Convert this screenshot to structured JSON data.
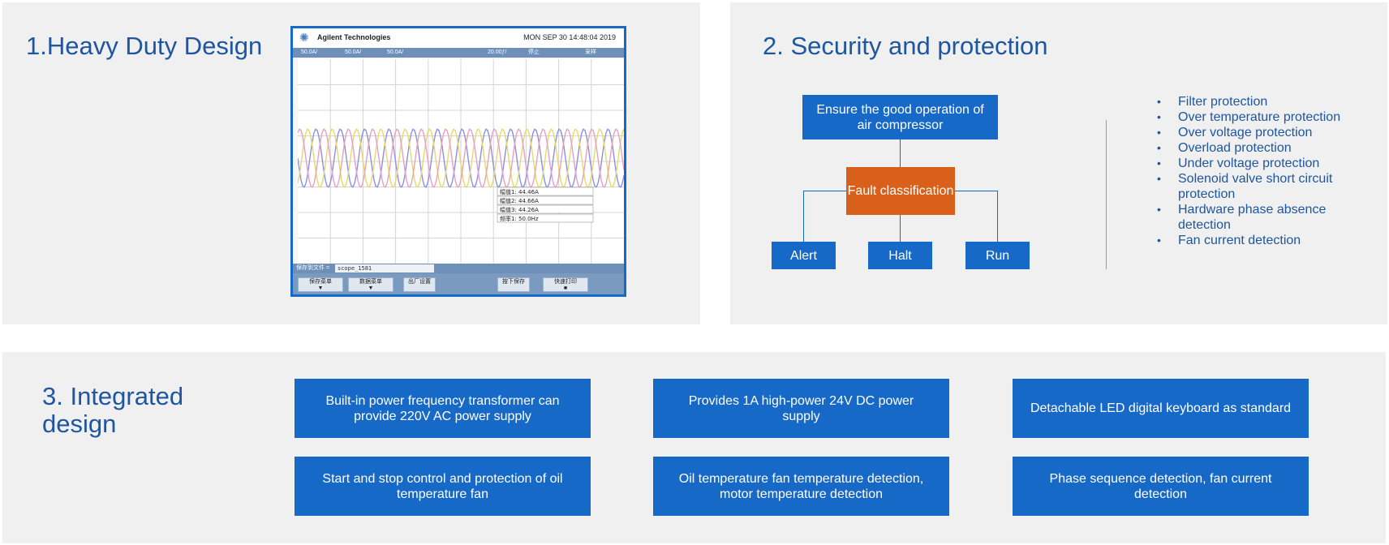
{
  "sections": {
    "heavy_duty": {
      "title": "1.Heavy Duty Design"
    },
    "security": {
      "title": "2. Security and protection"
    },
    "integrated": {
      "title": "3. Integrated design"
    }
  },
  "scope": {
    "brand": "Agilent Technologies",
    "datetime": "MON SEP 30 14:48:04 2019",
    "channels": [
      "50.0A/",
      "50.0A/",
      "50.0A/"
    ],
    "timebase": "20.00ƒ/",
    "status": "停止",
    "mode": "采样",
    "readouts": [
      "幅值1: 44.46A",
      "幅值2: 44.66A",
      "幅值3: 44.26A",
      "频率1: 50.0Hz"
    ],
    "file_label": "保存到文件 =",
    "file_name": "scope_1581",
    "buttons": [
      "保存菜单",
      "数据菜单",
      "出厂设置",
      "按下保存",
      "快速打印"
    ],
    "wave_colors": [
      "#8f8fe0",
      "#e6d96a",
      "#e8a0c0"
    ]
  },
  "diagram": {
    "top": "Ensure the good operation of air compressor",
    "middle": "Fault classification",
    "leaves": [
      "Alert",
      "Halt",
      "Run"
    ],
    "colors": {
      "blue": "#1769c8",
      "orange": "#d9601a"
    }
  },
  "protections": [
    "Filter protection",
    "Over temperature protection",
    "Over voltage protection",
    "Overload protection",
    "Under voltage protection",
    "Solenoid valve short circuit protection",
    "Hardware phase absence detection",
    "Fan current detection"
  ],
  "features": [
    "Built-in power frequency transformer can provide 220V AC power supply",
    "Provides 1A high-power 24V DC power supply",
    "Detachable LED digital keyboard as standard",
    "Start and stop control and protection of oil temperature fan",
    "Oil temperature fan temperature detection, motor temperature detection",
    "Phase sequence detection, fan current detection"
  ]
}
